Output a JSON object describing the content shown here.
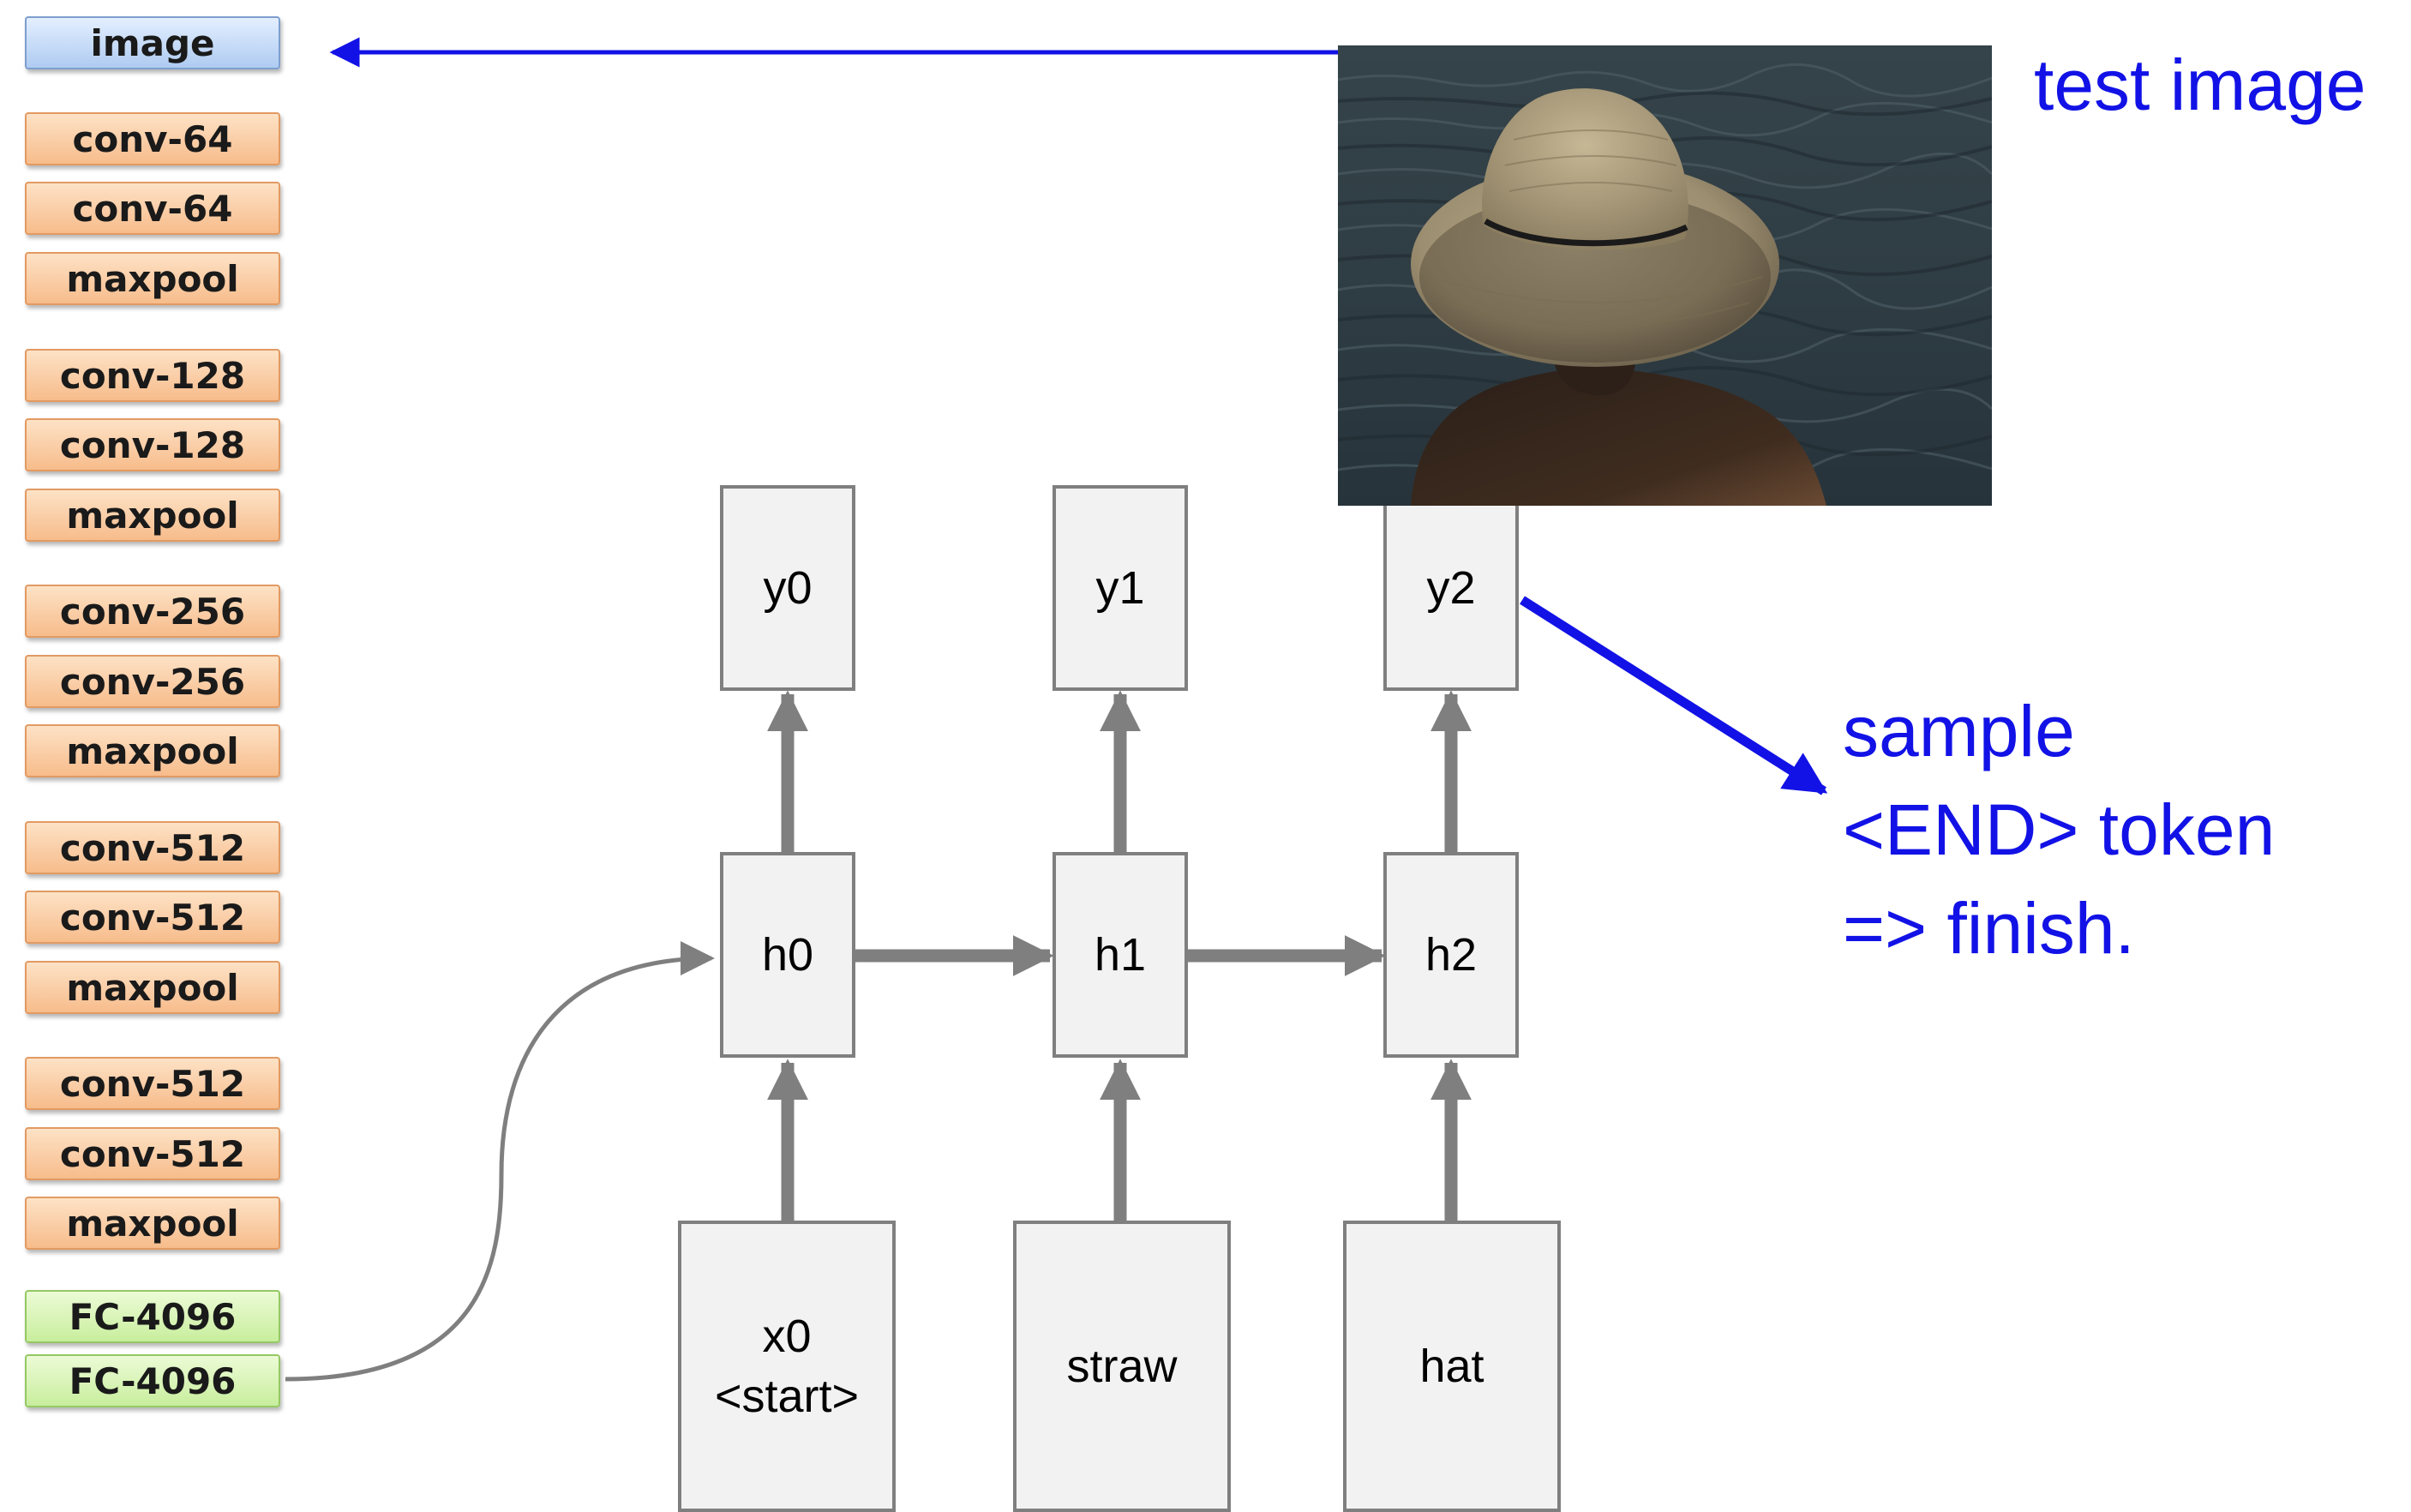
{
  "cnn": {
    "layers": [
      {
        "label": "image",
        "kind": "input"
      },
      {
        "label": "conv-64",
        "kind": "conv"
      },
      {
        "label": "conv-64",
        "kind": "conv"
      },
      {
        "label": "maxpool",
        "kind": "conv"
      },
      {
        "label": "conv-128",
        "kind": "conv"
      },
      {
        "label": "conv-128",
        "kind": "conv"
      },
      {
        "label": "maxpool",
        "kind": "conv"
      },
      {
        "label": "conv-256",
        "kind": "conv"
      },
      {
        "label": "conv-256",
        "kind": "conv"
      },
      {
        "label": "maxpool",
        "kind": "conv"
      },
      {
        "label": "conv-512",
        "kind": "conv"
      },
      {
        "label": "conv-512",
        "kind": "conv"
      },
      {
        "label": "maxpool",
        "kind": "conv"
      },
      {
        "label": "conv-512",
        "kind": "conv"
      },
      {
        "label": "conv-512",
        "kind": "conv"
      },
      {
        "label": "maxpool",
        "kind": "conv"
      },
      {
        "label": "FC-4096",
        "kind": "fc"
      },
      {
        "label": "FC-4096",
        "kind": "fc"
      }
    ]
  },
  "rnn": {
    "outputs": [
      "y0",
      "y1",
      "y2"
    ],
    "hidden": [
      "h0",
      "h1",
      "h2"
    ],
    "inputs": [
      {
        "line1": "x0",
        "line2": "<start>"
      },
      {
        "line1": "straw",
        "line2": ""
      },
      {
        "line1": "hat",
        "line2": ""
      }
    ]
  },
  "annotations": {
    "test_image": "test image",
    "sample_lines": [
      "sample",
      "<END> token",
      "=> finish."
    ]
  },
  "colors": {
    "annotation_blue": "#1212e6",
    "rnn_arrow_gray": "#7f7f7f",
    "node_fill": "#f2f2f2"
  }
}
